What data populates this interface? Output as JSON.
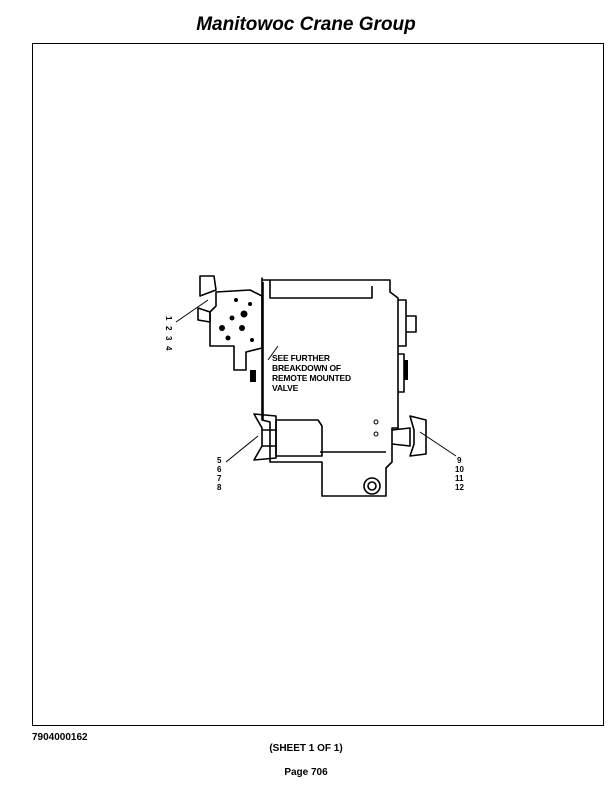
{
  "header": {
    "title": "Manitowoc Crane Group"
  },
  "diagram": {
    "note": "SEE FURTHER BREAKDOWN OF REMOTE MOUNTED VALVE",
    "left_top_callouts": [
      "1",
      "2",
      "3",
      "4"
    ],
    "left_bottom_callouts": [
      "5",
      "6",
      "7",
      "8"
    ],
    "right_callouts": [
      "9",
      "10",
      "11",
      "12"
    ]
  },
  "footer": {
    "doc_number": "7904000162",
    "sheet": "(SHEET 1 OF 1)",
    "page": "Page 706"
  }
}
